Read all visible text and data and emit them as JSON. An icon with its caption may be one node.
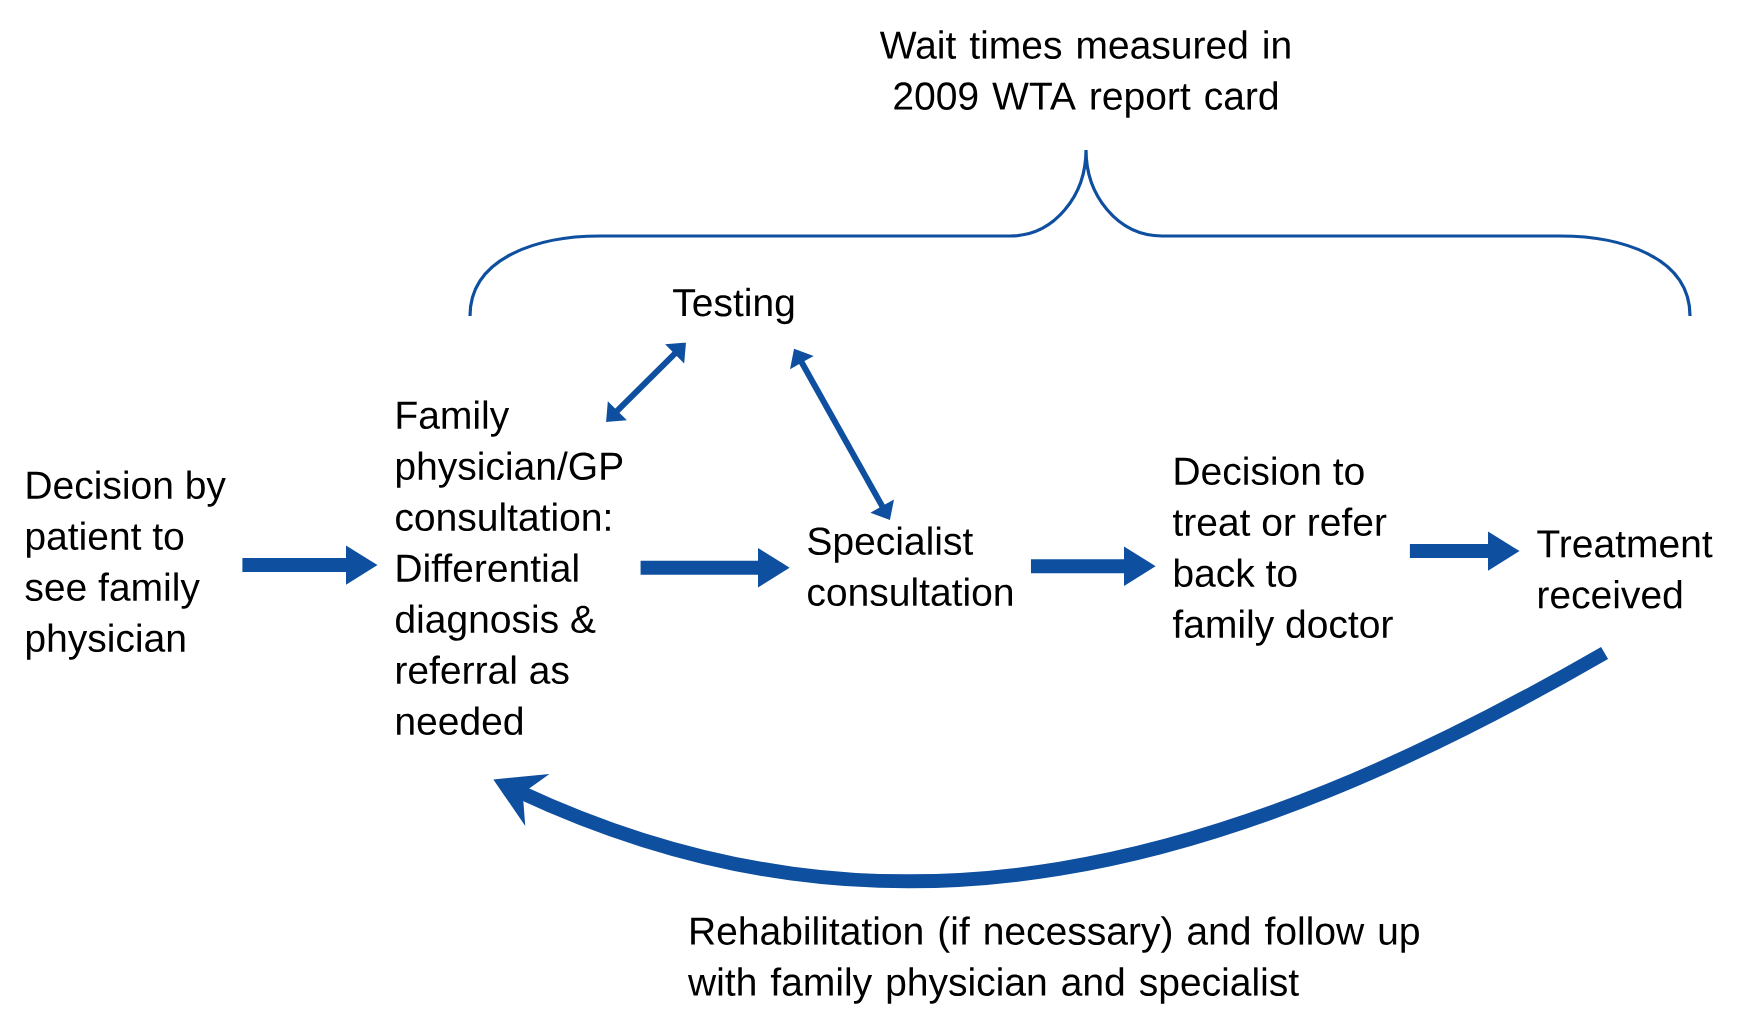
{
  "diagram": {
    "nodes": [
      {
        "text": [
          "Decision by patient to see family physician"
        ]
      },
      {
        "text": [
          "Testing"
        ]
      },
      {
        "text": [
          "Family physician/GP consultation: Differential diagnosis & referral as needed"
        ]
      },
      {
        "text": [
          "Specialist consultation"
        ]
      },
      {
        "text": [
          "Decision to treat or refer back to family doctor"
        ]
      },
      {
        "text": [
          "Treatment received"
        ]
      }
    ],
    "edges": [
      {
        "from": 0,
        "to": 2,
        "arrow": "to"
      },
      {
        "from": 2,
        "to": 1,
        "arrow": "both"
      },
      {
        "from": 1,
        "to": 3,
        "arrow": "both"
      },
      {
        "from": 2,
        "to": 3,
        "arrow": "to"
      },
      {
        "from": 3,
        "to": 4,
        "arrow": "to"
      },
      {
        "from": 4,
        "to": 5,
        "arrow": "to"
      },
      {
        "from": 5,
        "to": 2,
        "arrow": "to",
        "label": "Rehabilitation (if necessary) and follow up with family physician and specialist"
      }
    ],
    "labels": [
      "Wait times measured in 2009 WTA report card"
    ]
  }
}
